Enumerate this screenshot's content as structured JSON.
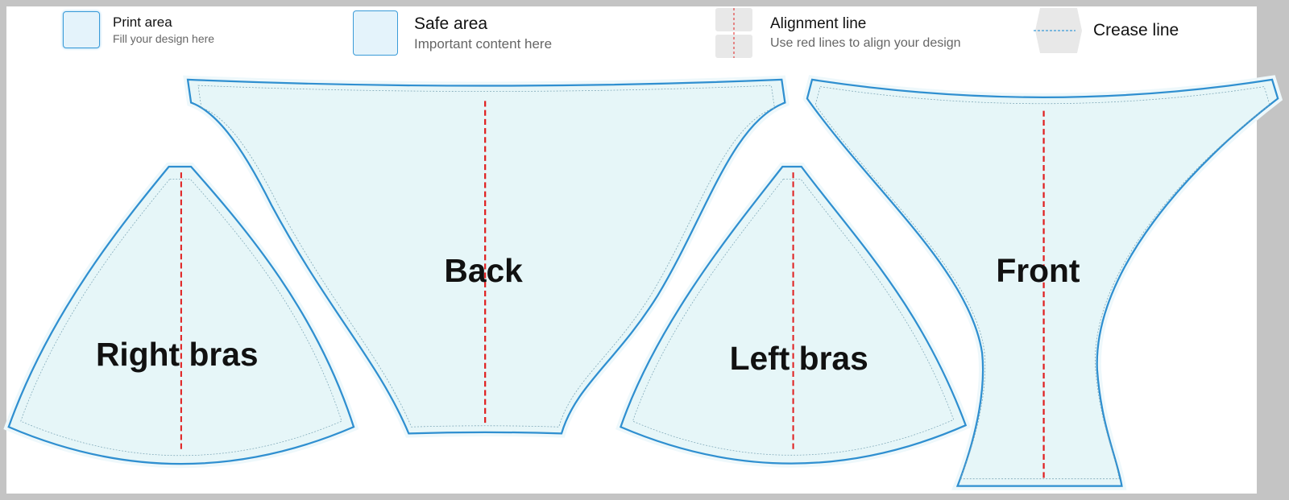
{
  "legend": {
    "print_area": {
      "title": "Print area",
      "subtitle": "Fill your design here"
    },
    "safe_area": {
      "title": "Safe area",
      "subtitle": "Important content here"
    },
    "alignment_line": {
      "title": "Alignment line",
      "subtitle": "Use red lines to align your design"
    },
    "crease_line": {
      "title": "Crease line"
    }
  },
  "pieces": {
    "right_bras": "Right bras",
    "back": "Back",
    "left_bras": "Left bras",
    "front": "Front"
  },
  "colors": {
    "outline": "#2f8fd0",
    "fill": "#e6f6f8",
    "alignment": "#e02020",
    "safe": "#7fa8b8"
  }
}
